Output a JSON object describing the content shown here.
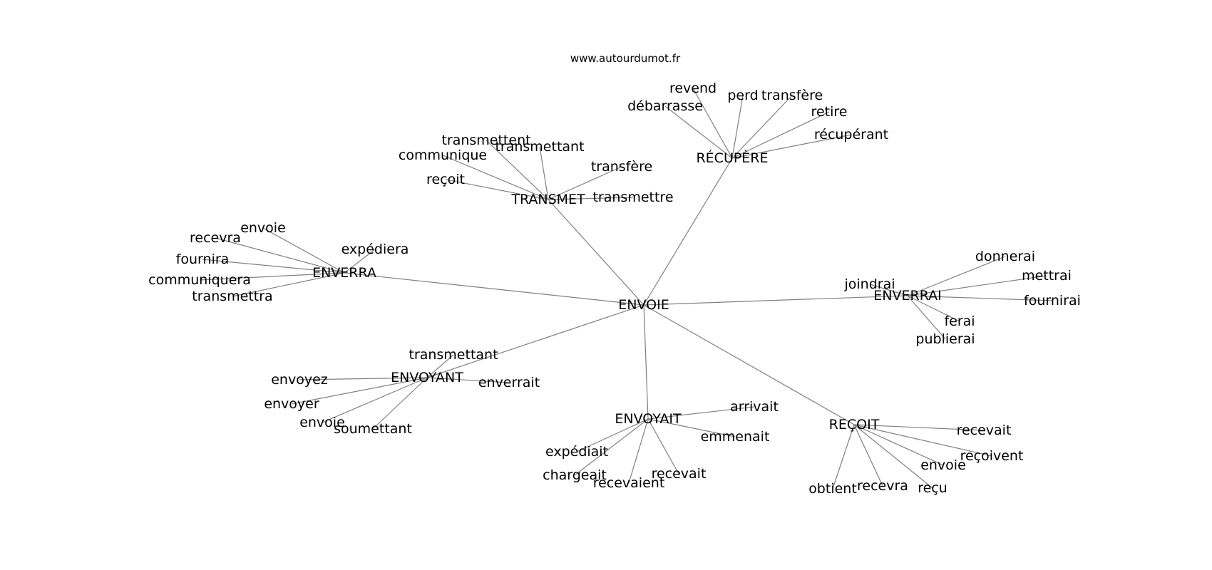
{
  "source_caption": "www.autourdumot.fr",
  "root": "ENVOIE",
  "colors": {
    "edge": "#808080",
    "text": "#000000",
    "background": "#ffffff"
  },
  "groups": [
    {
      "hub": "RÉCUPÈRE",
      "leaves": [
        "revend",
        "débarrasse",
        "perd",
        "transfère",
        "retire",
        "récupérant"
      ]
    },
    {
      "hub": "TRANSMET",
      "leaves": [
        "transmettent",
        "transmettant",
        "communique",
        "reçoit",
        "transfère",
        "transmettre"
      ]
    },
    {
      "hub": "ENVERRA",
      "leaves": [
        "envoie",
        "recevra",
        "expédiera",
        "fournira",
        "communiquera",
        "transmettra"
      ]
    },
    {
      "hub": "ENVERRAI",
      "leaves": [
        "donnerai",
        "mettrai",
        "joindrai",
        "fournirai",
        "ferai",
        "publierai"
      ]
    },
    {
      "hub": "ENVOYANT",
      "leaves": [
        "transmettant",
        "envoyez",
        "enverrait",
        "envoyer",
        "envoie",
        "soumettant"
      ]
    },
    {
      "hub": "ENVOYAIT",
      "leaves": [
        "arrivait",
        "emmenait",
        "expédiait",
        "chargeait",
        "recevait",
        "recevaient"
      ]
    },
    {
      "hub": "REÇOIT",
      "leaves": [
        "recevait",
        "reçoivent",
        "envoie",
        "obtient",
        "recevra",
        "reçu"
      ]
    }
  ]
}
